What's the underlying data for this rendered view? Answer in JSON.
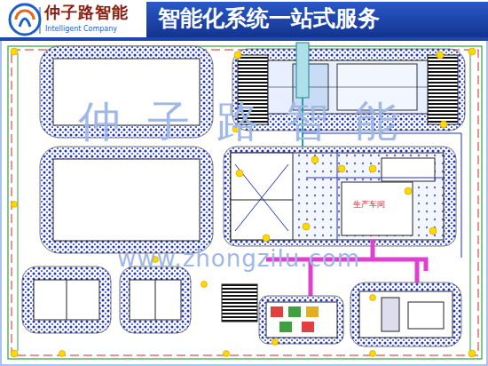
{
  "diagram": {
    "title": "智能化系统一站式服务",
    "labels": [
      "仲子路智能",
      "Intelligent Company",
      "仲子路智能",
      "www.zhongzilu.com",
      "生产车间"
    ]
  }
}
